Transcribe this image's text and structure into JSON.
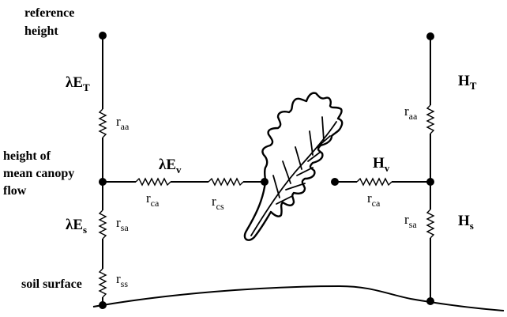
{
  "labels": {
    "reference_height_1": "reference",
    "reference_height_2": "height",
    "canopy_1": "height of",
    "canopy_2": "mean canopy",
    "canopy_3": "flow",
    "soil_surface": "soil surface"
  },
  "fluxes": {
    "latent_total": {
      "symbol": "λE",
      "sub": "T"
    },
    "latent_soil": {
      "symbol": "λE",
      "sub": "s"
    },
    "latent_veg": {
      "symbol": "λE",
      "sub": "v"
    },
    "sensible_total": {
      "symbol": "H",
      "sub": "T"
    },
    "sensible_soil": {
      "symbol": "H",
      "sub": "s"
    },
    "sensible_veg": {
      "symbol": "H",
      "sub": "v"
    }
  },
  "resistances": {
    "raa_left": {
      "symbol": "r",
      "sub": "aa"
    },
    "rsa_left": {
      "symbol": "r",
      "sub": "sa"
    },
    "rss_left": {
      "symbol": "r",
      "sub": "ss"
    },
    "rca_left": {
      "symbol": "r",
      "sub": "ca"
    },
    "rcs": {
      "symbol": "r",
      "sub": "cs"
    },
    "rca_right": {
      "symbol": "r",
      "sub": "ca"
    },
    "raa_right": {
      "symbol": "r",
      "sub": "aa"
    },
    "rsa_right": {
      "symbol": "r",
      "sub": "sa"
    }
  },
  "icons": {
    "leaf": "leaf-icon",
    "node": "node-dot"
  },
  "colors": {
    "ink": "#000000",
    "background": "#ffffff"
  }
}
